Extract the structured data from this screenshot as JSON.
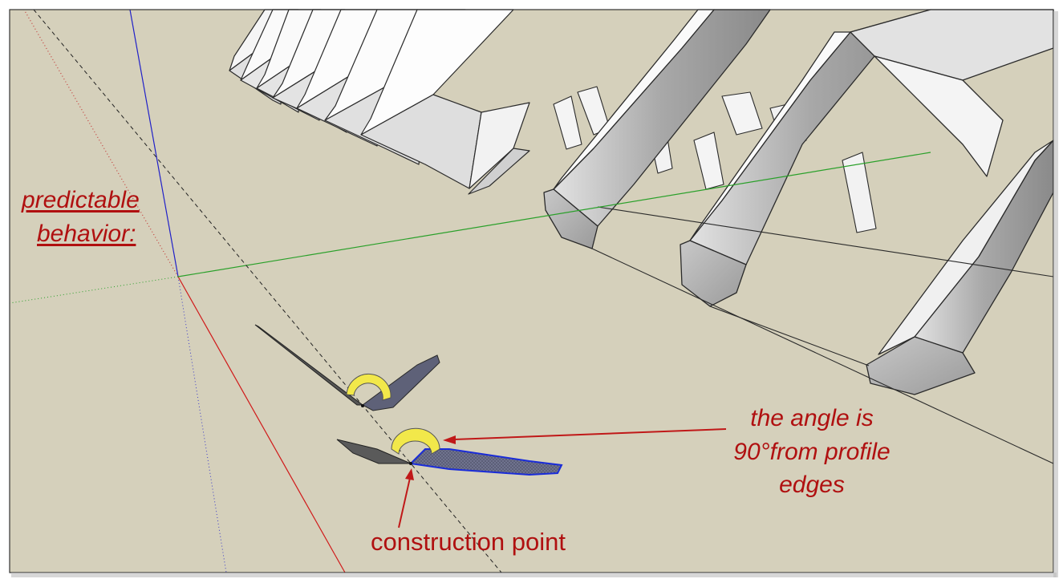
{
  "annotations": {
    "predictable_line1": "predictable",
    "predictable_line2": "behavior:",
    "angle_line1": "the angle is",
    "angle_line2": "90°from profile",
    "angle_line3": "edges",
    "construction_point": "construction point"
  },
  "colors": {
    "ground": "#d5d0bb",
    "annotation": "#b01010",
    "axis_red": "#d01a1a",
    "axis_green": "#2aa02a",
    "axis_blue": "#2020c8",
    "protractor": "#f2e84a",
    "selection_blue": "#1a2cd8"
  },
  "icons": [
    "protractor-icon"
  ]
}
